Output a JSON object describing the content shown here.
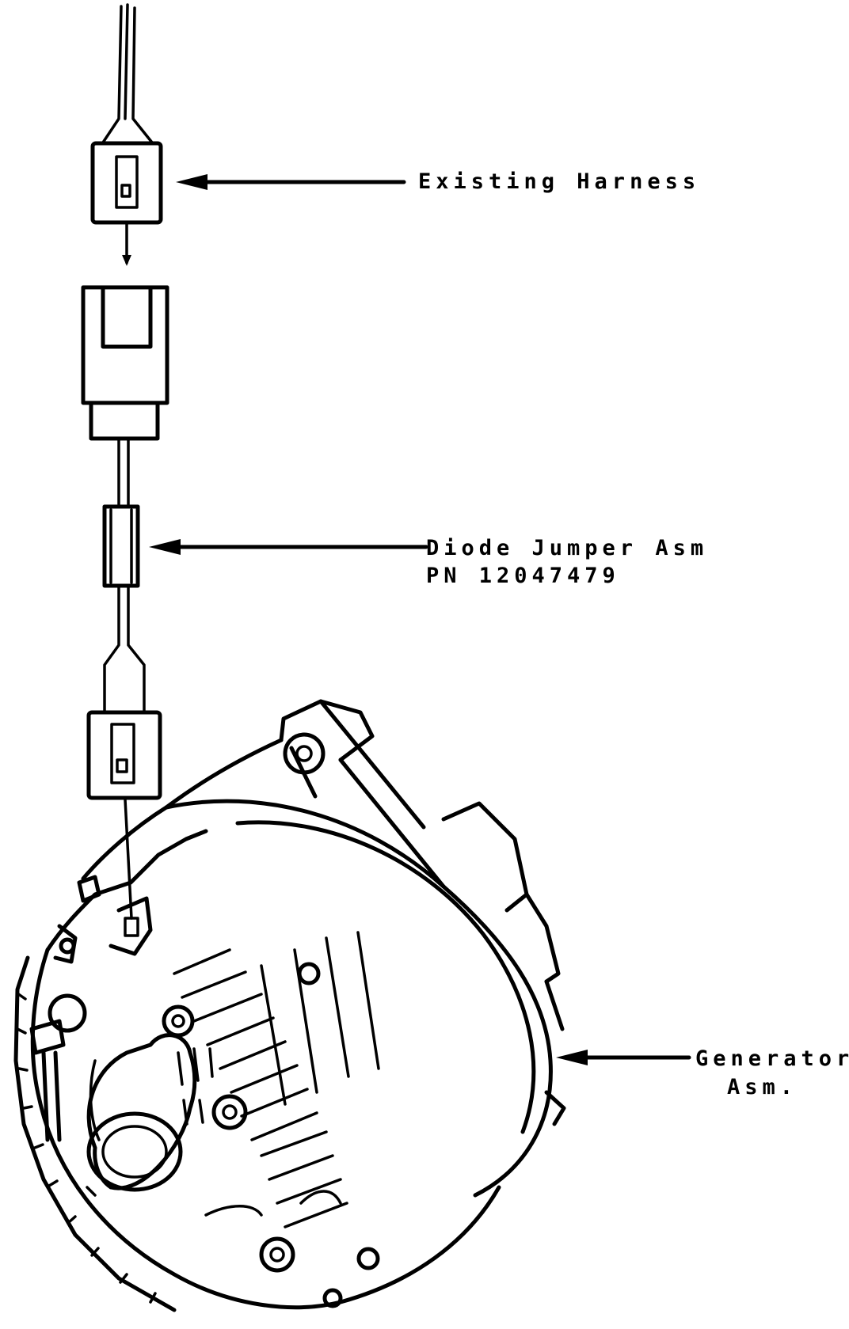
{
  "labels": {
    "existing_harness": "Existing Harness",
    "diode_jumper_line1": "Diode Jumper Asm",
    "diode_jumper_line2": "PN 12047479",
    "generator_line1": "Generator",
    "generator_line2": "Asm."
  }
}
